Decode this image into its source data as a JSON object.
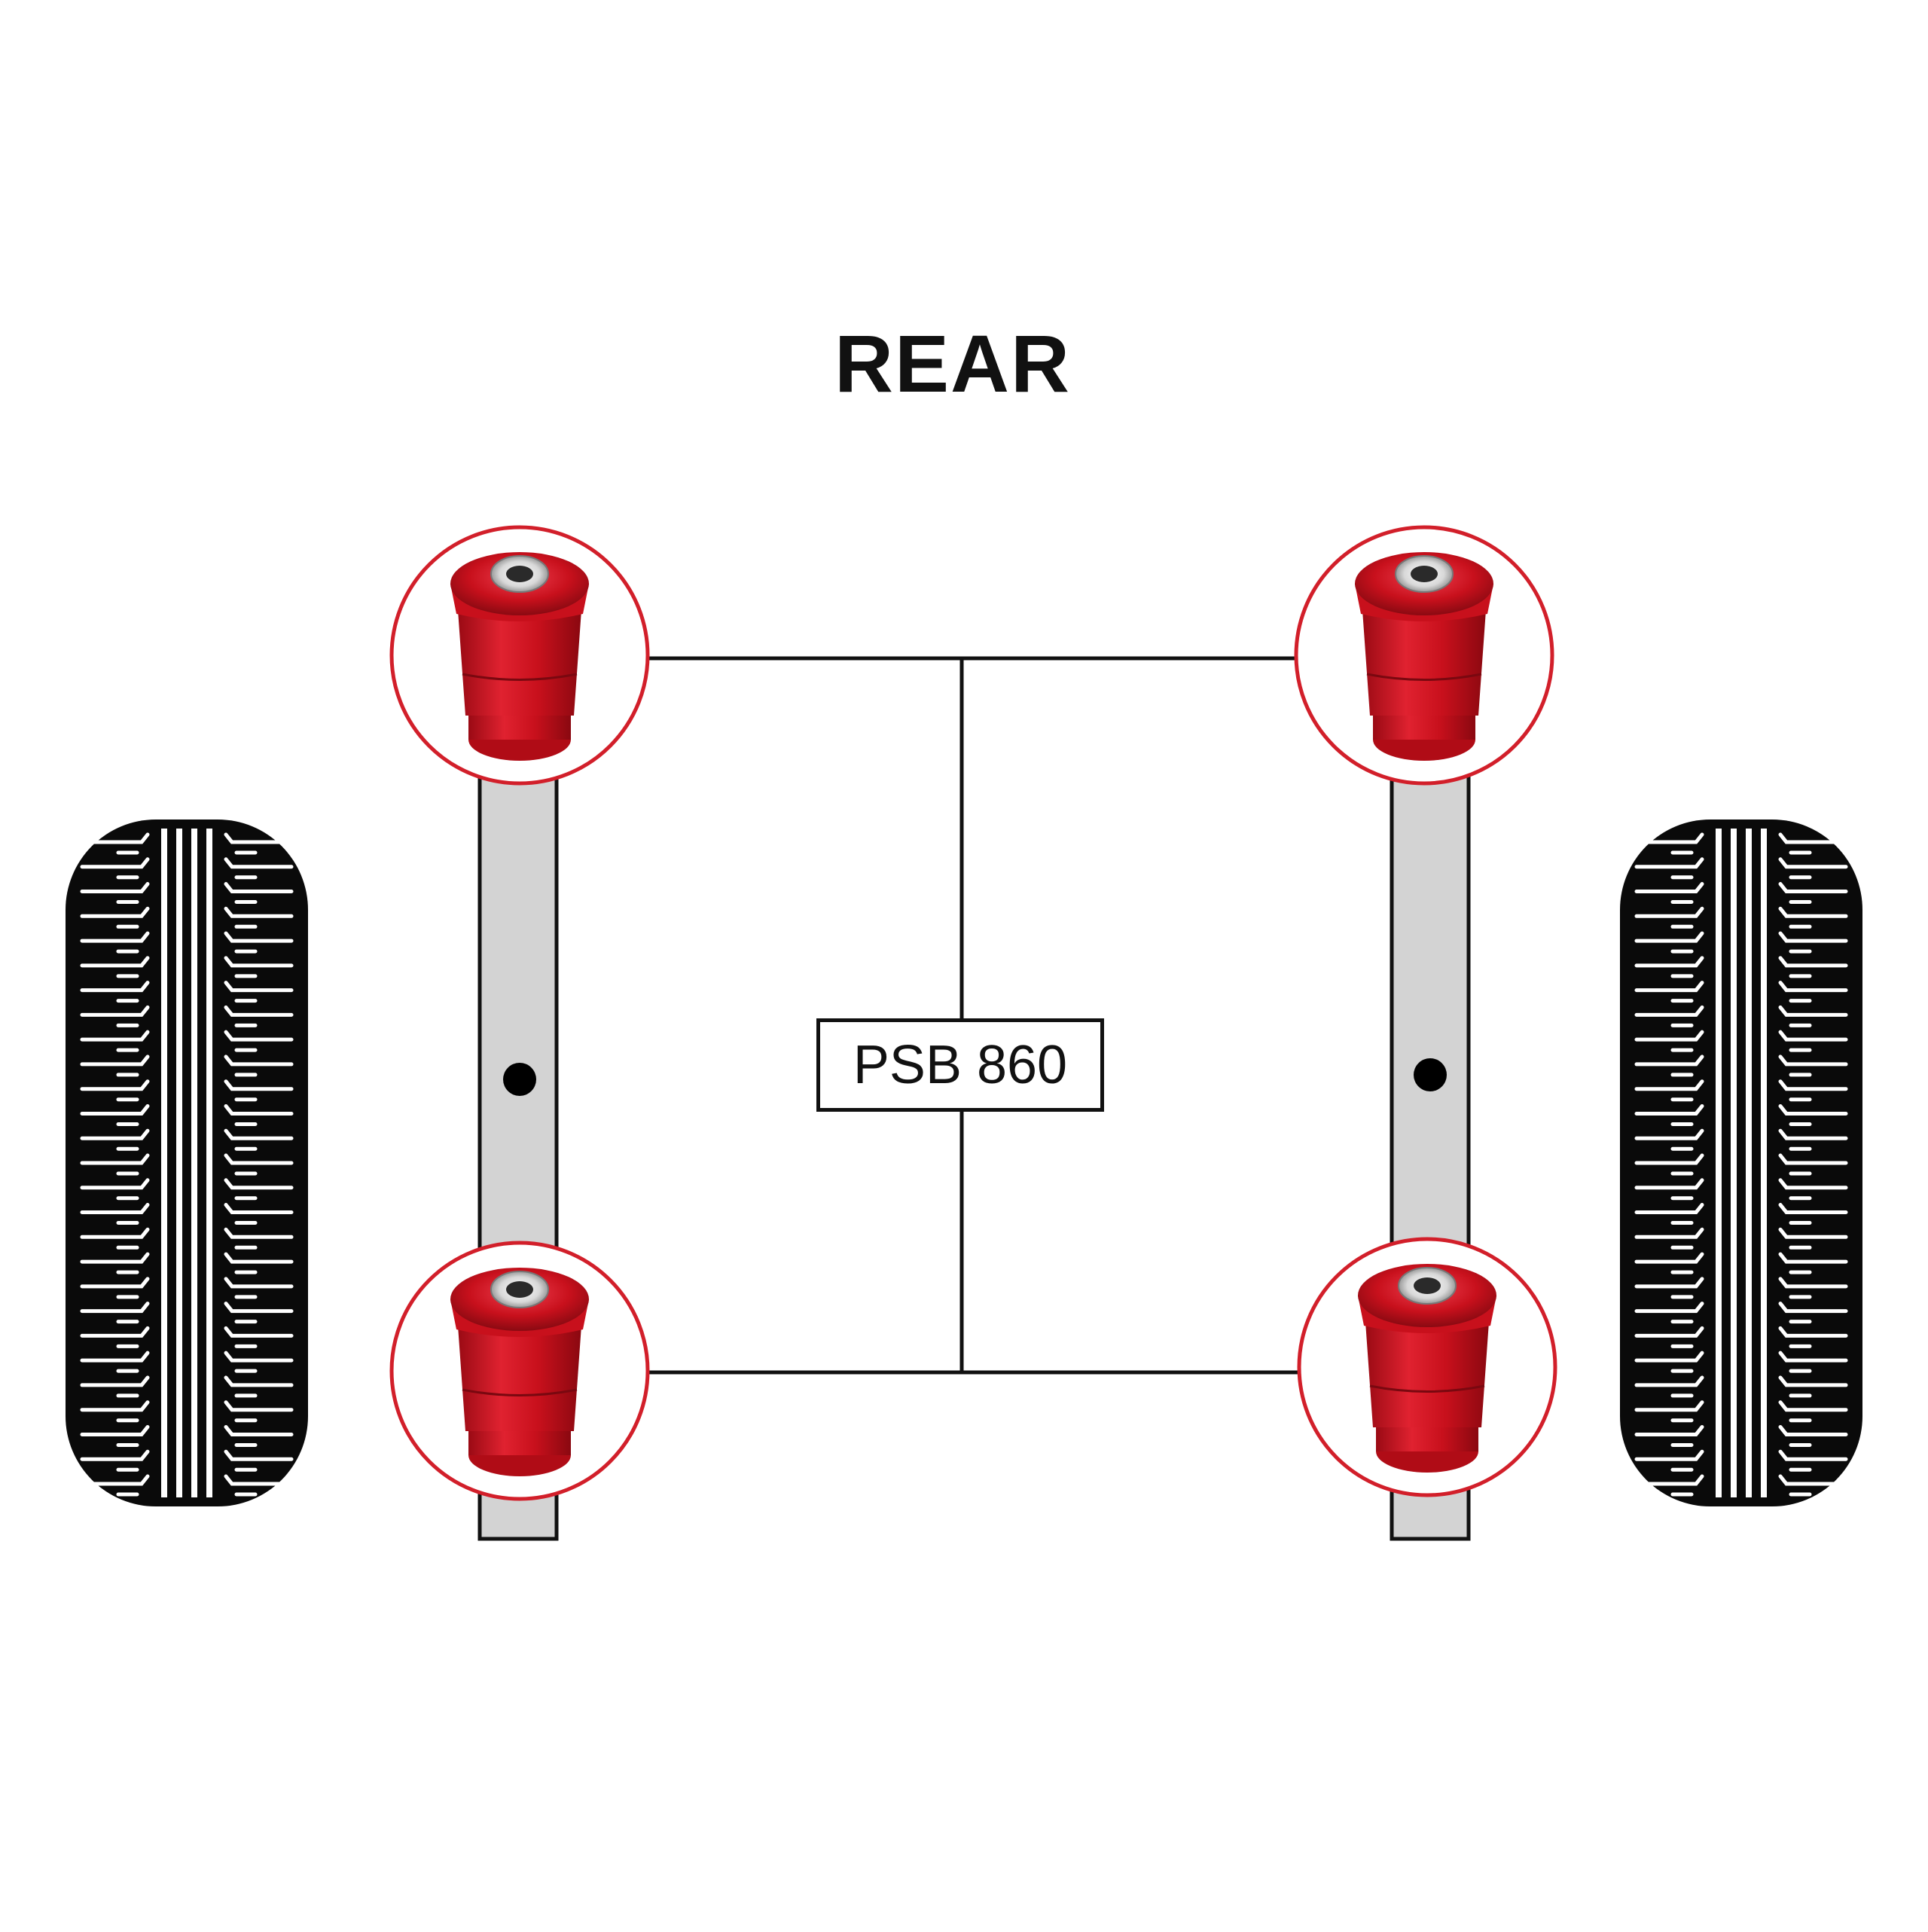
{
  "diagram": {
    "title": "REAR",
    "part_label": "PSB 860",
    "bushing_count": 4,
    "colors": {
      "bushing": "#d0141f",
      "highlight_ring": "#d21f2a",
      "beam": "#d3d3d3",
      "outline": "#111111",
      "tyre": "#0a0a0a"
    },
    "icons": [
      "tyre-icon",
      "bushing-icon",
      "mount-hole-icon"
    ]
  }
}
